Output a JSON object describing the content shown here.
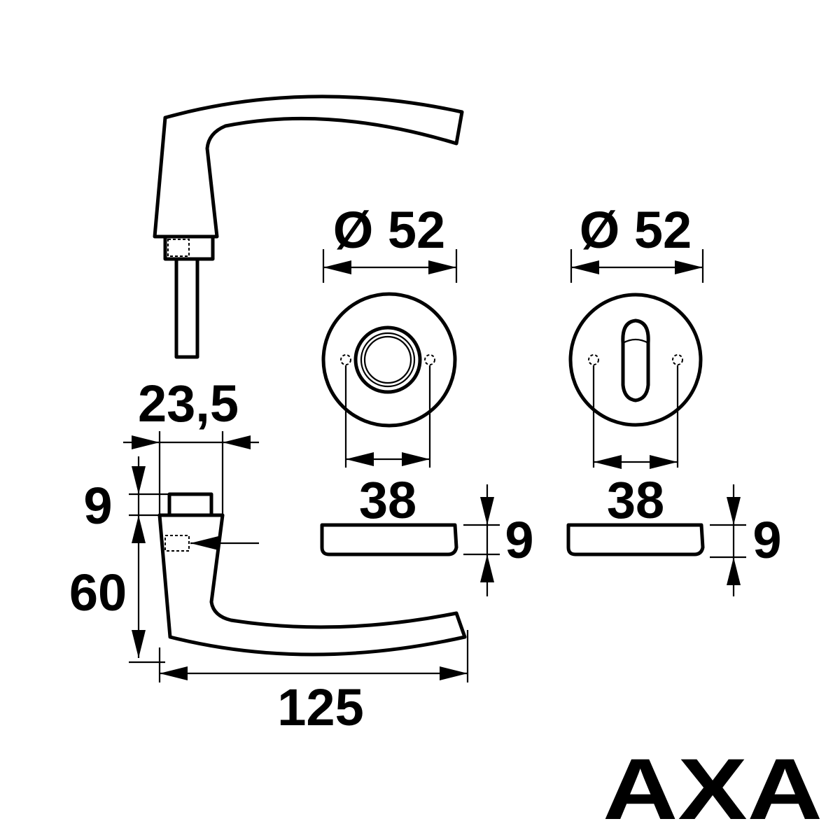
{
  "brand": {
    "logo_text": "AXA"
  },
  "handle": {
    "width_label": "23,5",
    "neck_height_label": "9",
    "grip_height_label": "60",
    "length_label": "125"
  },
  "rose_round": {
    "diameter_label": "Ø 52",
    "hole_spacing_label": "38",
    "thickness_label": "9"
  },
  "rose_key": {
    "diameter_label": "Ø 52",
    "hole_spacing_label": "38",
    "thickness_label": "9"
  },
  "colors": {
    "ink": "#000000",
    "background": "#ffffff"
  }
}
